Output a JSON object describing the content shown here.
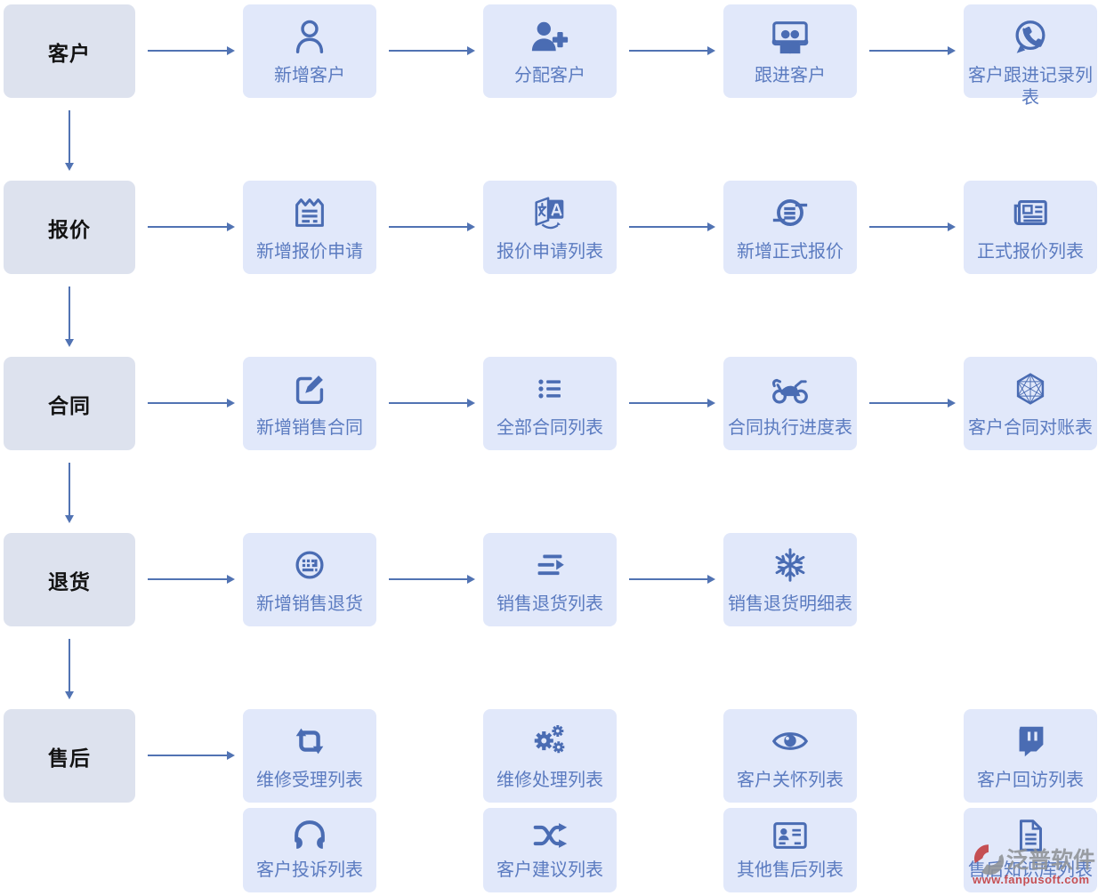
{
  "colors": {
    "tile_bg": "#e1e8fa",
    "stage_bg": "#dde2ee",
    "icon": "#4a6cb3",
    "step_text": "#5b7bc0",
    "arrow": "#5173b3",
    "watermark_gray": "#8f9296",
    "watermark_red": "#c23b3d"
  },
  "rows": [
    {
      "label": "客户",
      "arrows": {
        "from_label": true,
        "between_steps": true,
        "down_to_next": true
      },
      "steps": [
        {
          "label": "新增客户",
          "icon": "user-icon"
        },
        {
          "label": "分配客户",
          "icon": "user-plus-icon"
        },
        {
          "label": "跟进客户",
          "icon": "presentation-audience-icon"
        },
        {
          "label": "客户跟进记录列表",
          "icon": "phone-chat-icon"
        }
      ]
    },
    {
      "label": "报价",
      "arrows": {
        "from_label": true,
        "between_steps": true,
        "down_to_next": true
      },
      "steps": [
        {
          "label": "新增报价申请",
          "icon": "note-list-icon"
        },
        {
          "label": "报价申请列表",
          "icon": "translate-icon"
        },
        {
          "label": "新增正式报价",
          "icon": "circle-list-icon"
        },
        {
          "label": "正式报价列表",
          "icon": "newspaper-icon"
        }
      ]
    },
    {
      "label": "合同",
      "arrows": {
        "from_label": true,
        "between_steps": true,
        "down_to_next": true
      },
      "steps": [
        {
          "label": "新增销售合同",
          "icon": "edit-icon"
        },
        {
          "label": "全部合同列表",
          "icon": "list-icon"
        },
        {
          "label": "合同执行进度表",
          "icon": "motorcycle-icon"
        },
        {
          "label": "客户合同对账表",
          "icon": "hexagon-wireframe-icon"
        }
      ]
    },
    {
      "label": "退货",
      "arrows": {
        "from_label": true,
        "between_steps": true,
        "down_to_next": true
      },
      "steps": [
        {
          "label": "新增销售退货",
          "icon": "keyboard-circle-icon"
        },
        {
          "label": "销售退货列表",
          "icon": "stream-arrow-icon"
        },
        {
          "label": "销售退货明细表",
          "icon": "snowflake-icon"
        }
      ]
    },
    {
      "label": "售后",
      "arrows": {
        "from_label": true,
        "between_steps": false,
        "down_to_next": false
      },
      "steps": [
        {
          "label": "维修受理列表",
          "icon": "retweet-icon"
        },
        {
          "label": "维修处理列表",
          "icon": "gears-icon"
        },
        {
          "label": "客户关怀列表",
          "icon": "eye-icon"
        },
        {
          "label": "客户回访列表",
          "icon": "chat-window-icon"
        }
      ]
    },
    {
      "label": null,
      "arrows": {
        "from_label": false,
        "between_steps": false,
        "down_to_next": false
      },
      "steps": [
        {
          "label": "客户投诉列表",
          "icon": "headphones-icon"
        },
        {
          "label": "客户建议列表",
          "icon": "shuffle-icon"
        },
        {
          "label": "其他售后列表",
          "icon": "id-card-icon"
        },
        {
          "label": "售后知识库列表",
          "icon": "document-icon"
        }
      ]
    }
  ],
  "watermark": {
    "logo_icon": "fanpu-logo-icon",
    "brand": "泛普软件",
    "url": "www.fanpusoft.com"
  }
}
